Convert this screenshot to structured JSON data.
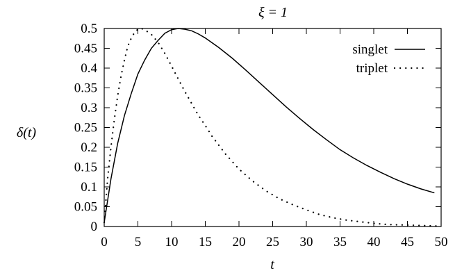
{
  "chart_data": {
    "type": "line",
    "title": "ξ = 1",
    "xlabel": "t",
    "ylabel": "δ(t)",
    "xlim": [
      0,
      50
    ],
    "ylim": [
      0,
      0.5
    ],
    "xticks": [
      "0",
      "5",
      "10",
      "15",
      "20",
      "25",
      "30",
      "35",
      "40",
      "45",
      "50"
    ],
    "yticks": [
      "0",
      "0.05",
      "0.1",
      "0.15",
      "0.2",
      "0.25",
      "0.3",
      "0.35",
      "0.4",
      "0.45",
      "0.5"
    ],
    "grid": false,
    "legend_position": "top-right",
    "series": [
      {
        "name": "singlet",
        "style": "solid",
        "color": "#000000",
        "x": [
          0,
          1,
          2,
          3,
          4,
          5,
          6,
          7,
          8,
          9,
          10,
          11,
          12,
          13,
          14,
          15,
          17,
          19,
          21,
          23,
          25,
          27,
          29,
          31,
          33,
          35,
          37,
          39,
          41,
          43,
          45,
          47,
          49
        ],
        "y": [
          0.01,
          0.12,
          0.21,
          0.28,
          0.335,
          0.385,
          0.42,
          0.45,
          0.47,
          0.488,
          0.497,
          0.5,
          0.498,
          0.494,
          0.486,
          0.476,
          0.452,
          0.425,
          0.395,
          0.364,
          0.333,
          0.302,
          0.273,
          0.245,
          0.219,
          0.194,
          0.173,
          0.154,
          0.137,
          0.121,
          0.107,
          0.095,
          0.085
        ]
      },
      {
        "name": "triplet",
        "style": "dotted",
        "color": "#000000",
        "x": [
          0,
          0.5,
          1,
          1.5,
          2,
          2.5,
          3,
          3.5,
          4,
          4.5,
          5,
          5.5,
          6,
          7,
          8,
          9,
          10,
          11,
          12,
          13,
          14,
          15,
          16,
          18,
          20,
          22,
          24,
          26,
          28,
          30,
          32,
          34,
          36,
          38,
          40,
          42,
          44,
          46,
          48,
          50
        ],
        "y": [
          0.01,
          0.12,
          0.2,
          0.27,
          0.33,
          0.38,
          0.42,
          0.455,
          0.475,
          0.49,
          0.498,
          0.5,
          0.497,
          0.485,
          0.465,
          0.437,
          0.405,
          0.372,
          0.34,
          0.31,
          0.28,
          0.255,
          0.228,
          0.183,
          0.145,
          0.115,
          0.09,
          0.07,
          0.055,
          0.042,
          0.03,
          0.022,
          0.016,
          0.012,
          0.008,
          0.005,
          0.004,
          0.003,
          0.002,
          0.001
        ]
      }
    ]
  }
}
